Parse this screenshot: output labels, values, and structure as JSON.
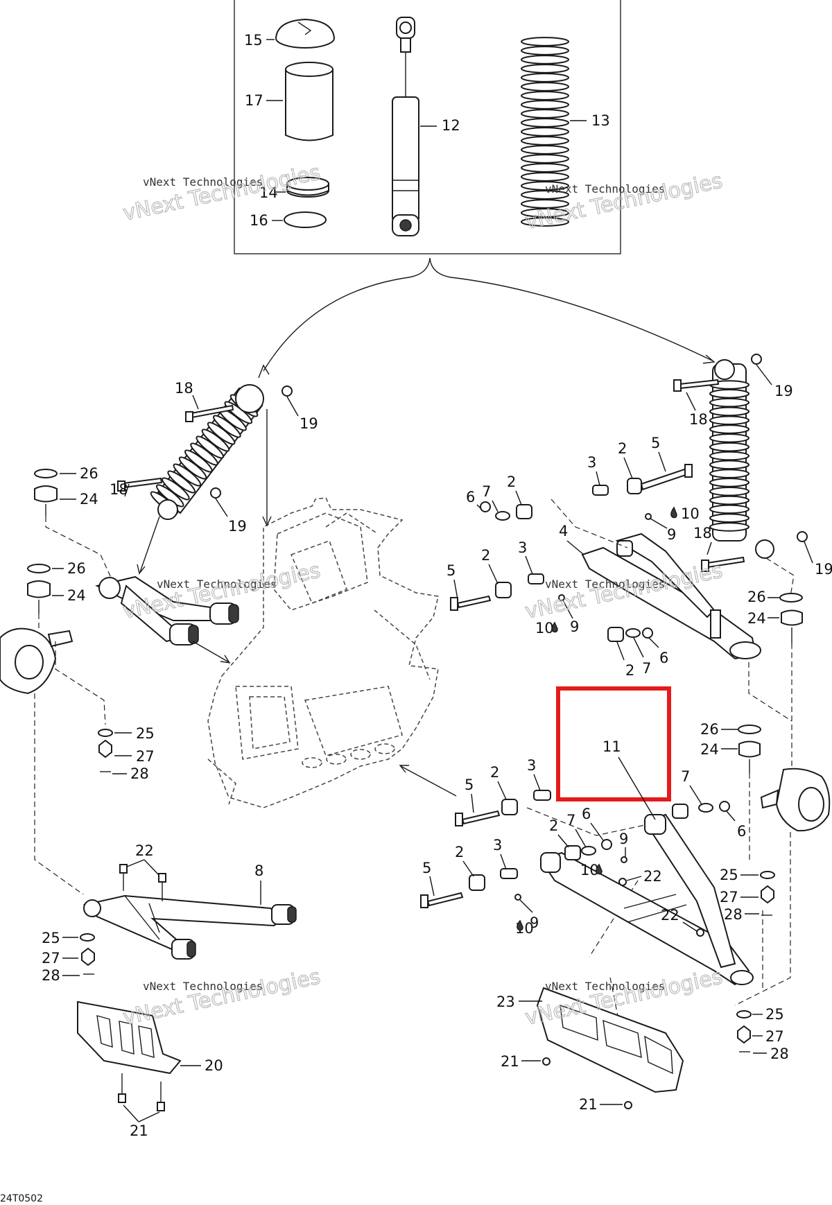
{
  "reference_code": "24T0502",
  "watermark": "vNext Technologies",
  "highlight_color": "#e41b1b",
  "highlighted_part": "11",
  "callouts": {
    "c15": "15",
    "c17": "17",
    "c14": "14",
    "c16": "16",
    "c12": "12",
    "c13": "13",
    "c18a": "18",
    "c19a": "19",
    "c18b": "18",
    "c19b": "19",
    "c26a": "26",
    "c24a": "24",
    "c26b": "26",
    "c24b": "24",
    "c25a": "25",
    "c27a": "27",
    "c28a": "28",
    "c22a": "22",
    "c8": "8",
    "c25b": "25",
    "c27b": "27",
    "c28b": "28",
    "c20": "20",
    "c21a": "21",
    "c18c": "18",
    "c19c": "19",
    "c18d": "18",
    "c19d": "19",
    "c3a": "3",
    "c2a": "2",
    "c5a": "5",
    "c6a": "6",
    "c7a": "7",
    "c2b": "2",
    "c10a": "10",
    "c9a": "9",
    "c4": "4",
    "c5b": "5",
    "c2c": "2",
    "c3b": "3",
    "c10b": "10",
    "c9b": "9",
    "c2d": "2",
    "c7b": "7",
    "c6b": "6",
    "c26c": "26",
    "c24c": "24",
    "c26d": "26",
    "c24d": "24",
    "c11": "11",
    "c5c": "5",
    "c2e": "2",
    "c3c": "3",
    "c7c": "7",
    "c6c": "6",
    "c2f": "2",
    "c7d": "7",
    "c6d": "6",
    "c9c": "9",
    "c10c": "10",
    "c5d": "5",
    "c2g": "2",
    "c3d": "3",
    "c22b": "22",
    "c25c": "25",
    "c27c": "27",
    "c28c": "28",
    "c22c": "22",
    "c10d": "10",
    "c9d": "9",
    "c25d": "25",
    "c27d": "27",
    "c28d": "28",
    "c23": "23",
    "c21b": "21",
    "c21c": "21"
  }
}
